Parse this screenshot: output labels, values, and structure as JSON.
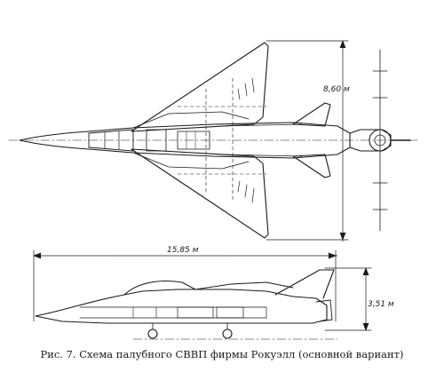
{
  "dimensions": {
    "wingspan": "8,60 м",
    "length": "15,85 м",
    "height": "3,51 м"
  },
  "caption": "Рис. 7. Схема палубного СВВП фирмы Рокуэлл (основной вариант)",
  "colors": {
    "ink": "#1a1a1a",
    "paper": "#ffffff"
  }
}
